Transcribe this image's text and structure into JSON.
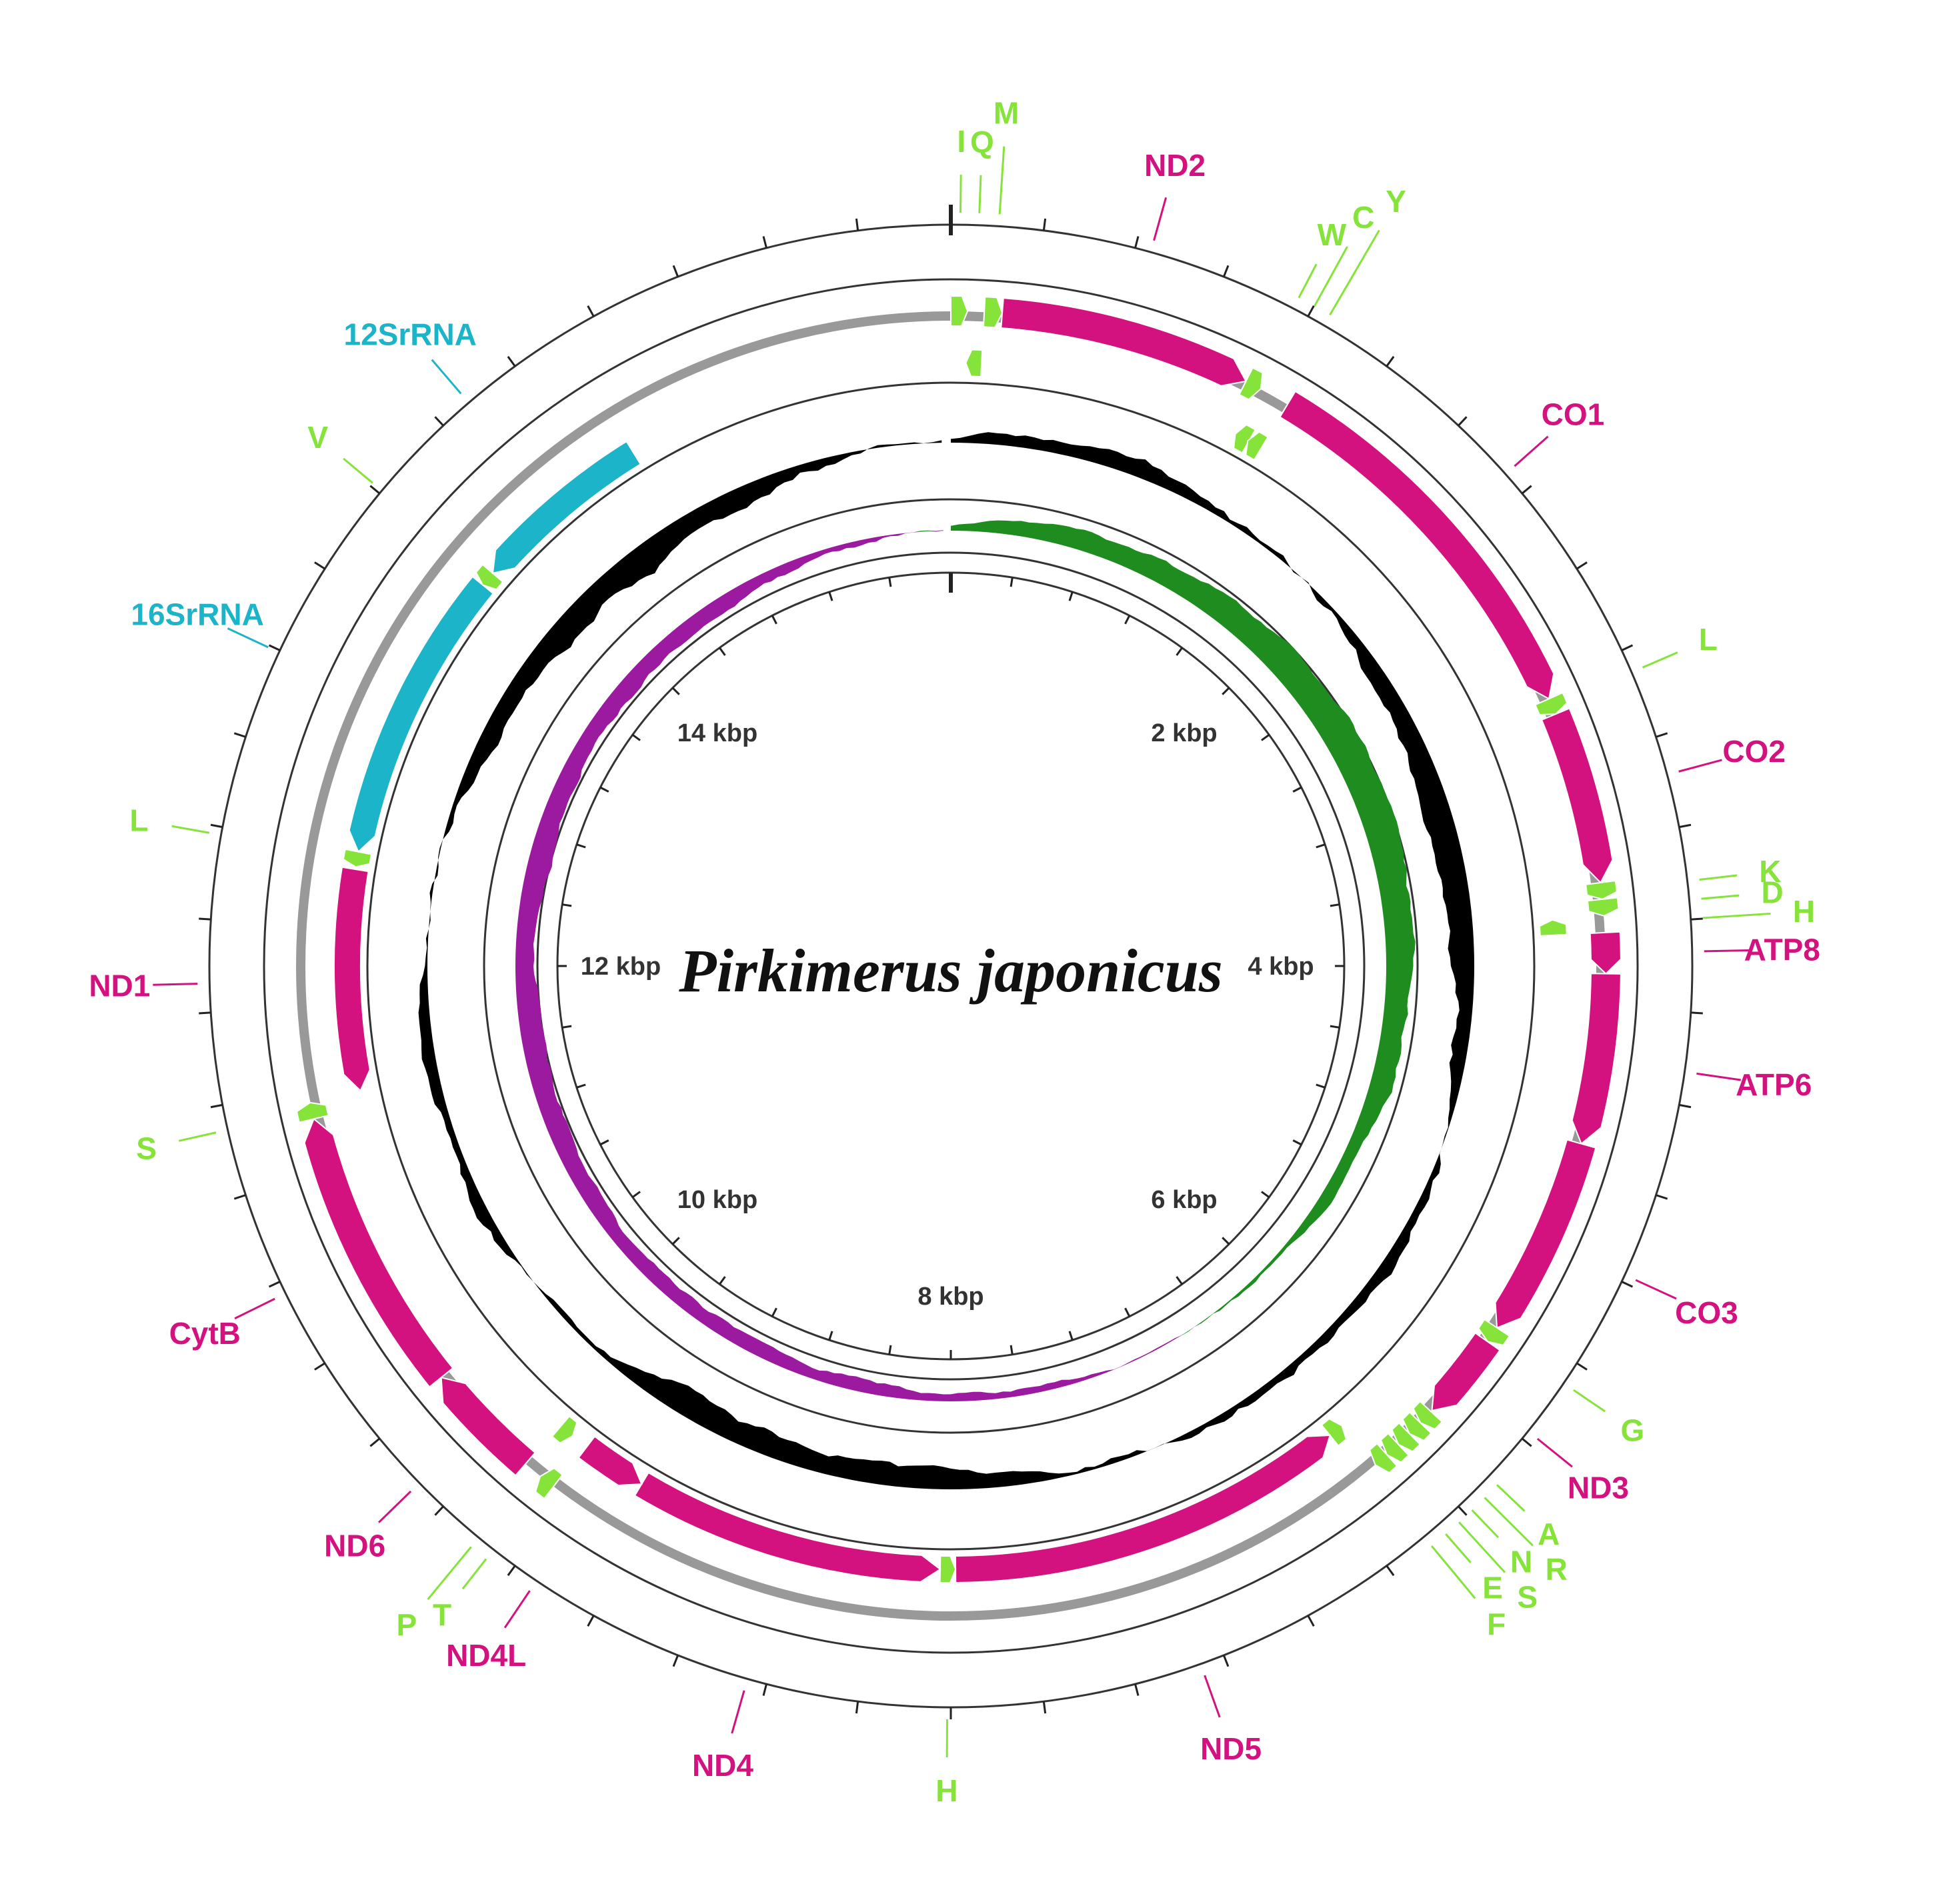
{
  "title": "Pirkimerus japonicus",
  "genome_length_bp": 16000,
  "colors": {
    "protein": "#D4127F",
    "trna": "#86E33A",
    "rrna": "#1BB4C8",
    "gc_content": "#000000",
    "gc_skew_positive": "#1E8C1E",
    "gc_skew_negative": "#9B1AA0"
  },
  "kbp_labels": [
    "2 kbp",
    "4 kbp",
    "6 kbp",
    "8 kbp",
    "10 kbp",
    "12 kbp",
    "14 kbp"
  ],
  "features": [
    {
      "id": "trnI",
      "label": "I",
      "type": "trna",
      "start": 0,
      "end": 65,
      "strand": 1
    },
    {
      "id": "trnQ",
      "label": "Q",
      "type": "trna",
      "start": 63,
      "end": 130,
      "strand": -1
    },
    {
      "id": "trnM",
      "label": "M",
      "type": "trna",
      "start": 130,
      "end": 200,
      "strand": 1
    },
    {
      "id": "nd2",
      "label": "ND2",
      "type": "protein",
      "start": 200,
      "end": 1190,
      "strand": 1
    },
    {
      "id": "trnW",
      "label": "W",
      "type": "trna",
      "start": 1190,
      "end": 1255,
      "strand": 1
    },
    {
      "id": "trnC",
      "label": "C",
      "type": "trna",
      "start": 1250,
      "end": 1315,
      "strand": -1
    },
    {
      "id": "trnY",
      "label": "Y",
      "type": "trna",
      "start": 1310,
      "end": 1375,
      "strand": -1
    },
    {
      "id": "co1",
      "label": "CO1",
      "type": "protein",
      "start": 1375,
      "end": 2930,
      "strand": 1
    },
    {
      "id": "trnL2",
      "label": "L",
      "type": "trna",
      "start": 2930,
      "end": 2995,
      "strand": 1
    },
    {
      "id": "co2",
      "label": "CO2",
      "type": "protein",
      "start": 2995,
      "end": 3675,
      "strand": 1
    },
    {
      "id": "trnK",
      "label": "K",
      "type": "trna",
      "start": 3675,
      "end": 3740,
      "strand": 1
    },
    {
      "id": "trnD",
      "label": "D",
      "type": "trna",
      "start": 3740,
      "end": 3805,
      "strand": 1
    },
    {
      "id": "trnH_top",
      "label": "H",
      "type": "trna",
      "start": 3805,
      "end": 3870,
      "strand": -1
    },
    {
      "id": "atp8",
      "label": "ATP8",
      "type": "protein",
      "start": 3870,
      "end": 4030,
      "strand": 1
    },
    {
      "id": "atp6",
      "label": "ATP6",
      "type": "protein",
      "start": 4030,
      "end": 4700,
      "strand": 1
    },
    {
      "id": "co3",
      "label": "CO3",
      "type": "protein",
      "start": 4700,
      "end": 5490,
      "strand": 1
    },
    {
      "id": "trnG",
      "label": "G",
      "type": "trna",
      "start": 5490,
      "end": 5555,
      "strand": 1
    },
    {
      "id": "nd3",
      "label": "ND3",
      "type": "protein",
      "start": 5555,
      "end": 5900,
      "strand": 1
    },
    {
      "id": "trnA",
      "label": "A",
      "type": "trna",
      "start": 5905,
      "end": 5965,
      "strand": 1
    },
    {
      "id": "trnR",
      "label": "R",
      "type": "trna",
      "start": 5965,
      "end": 6025,
      "strand": 1
    },
    {
      "id": "trnN",
      "label": "N",
      "type": "trna",
      "start": 6025,
      "end": 6085,
      "strand": 1
    },
    {
      "id": "trnS1",
      "label": "S",
      "type": "trna",
      "start": 6085,
      "end": 6145,
      "strand": 1
    },
    {
      "id": "trnE",
      "label": "E",
      "type": "trna",
      "start": 6145,
      "end": 6205,
      "strand": 1
    },
    {
      "id": "trnF",
      "label": "F",
      "type": "trna",
      "start": 6205,
      "end": 6270,
      "strand": -1
    },
    {
      "id": "nd5",
      "label": "ND5",
      "type": "protein",
      "start": 6270,
      "end": 7980,
      "strand": -1
    },
    {
      "id": "trnH",
      "label": "H",
      "type": "trna",
      "start": 7980,
      "end": 8045,
      "strand": -1
    },
    {
      "id": "nd4",
      "label": "ND4",
      "type": "protein",
      "start": 8045,
      "end": 9370,
      "strand": -1
    },
    {
      "id": "nd4l",
      "label": "ND4L",
      "type": "protein",
      "start": 9370,
      "end": 9650,
      "strand": -1
    },
    {
      "id": "trnT",
      "label": "T",
      "type": "trna",
      "start": 9660,
      "end": 9725,
      "strand": 1
    },
    {
      "id": "trnP",
      "label": "P",
      "type": "trna",
      "start": 9725,
      "end": 9790,
      "strand": -1
    },
    {
      "id": "nd6",
      "label": "ND6",
      "type": "protein",
      "start": 9800,
      "end": 10270,
      "strand": 1
    },
    {
      "id": "cytb",
      "label": "CytB",
      "type": "protein",
      "start": 10270,
      "end": 11400,
      "strand": 1
    },
    {
      "id": "trnS2",
      "label": "S",
      "type": "trna",
      "start": 11400,
      "end": 11465,
      "strand": 1
    },
    {
      "id": "nd1",
      "label": "ND1",
      "type": "protein",
      "start": 11470,
      "end": 12410,
      "strand": -1
    },
    {
      "id": "trnL1",
      "label": "L",
      "type": "trna",
      "start": 12420,
      "end": 12485,
      "strand": -1
    },
    {
      "id": "rrnL",
      "label": "16SrRNA",
      "type": "rrna",
      "start": 12485,
      "end": 13740,
      "strand": -1
    },
    {
      "id": "trnV",
      "label": "V",
      "type": "trna",
      "start": 13740,
      "end": 13805,
      "strand": -1
    },
    {
      "id": "rrnS",
      "label": "12SrRNA",
      "type": "rrna",
      "start": 13805,
      "end": 14590,
      "strand": -1
    }
  ]
}
